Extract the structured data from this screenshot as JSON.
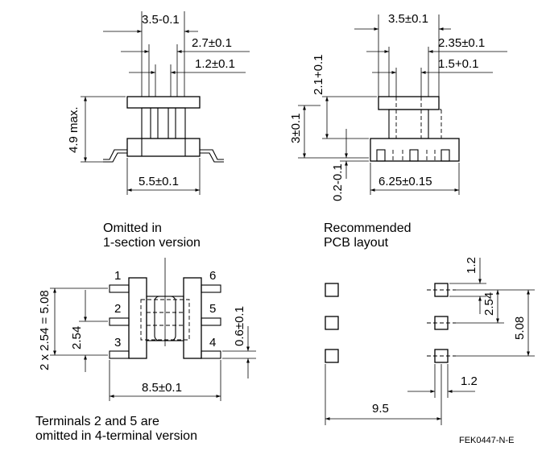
{
  "views": {
    "front": {
      "dim_top_width": "3.5-0.1",
      "dim_top_pitch": "2.7±0.1",
      "dim_top_core": "1.2±0.1",
      "dim_height": "4.9 max.",
      "dim_bottom_width": "5.5±0.1"
    },
    "side": {
      "dim_top_width": "3.5±0.1",
      "dim_top_pitch": "2.35±0.1",
      "dim_top_core": "1.5+0.1",
      "dim_core_height": "2.1+0.1",
      "dim_body_height": "3±0.1",
      "dim_standoff": "0.2-0.1",
      "dim_bottom_width": "6.25±0.15"
    },
    "top": {
      "caption_omitted": "Omitted in",
      "caption_omitted_line2": "1-section version",
      "pin_labels": [
        "1",
        "2",
        "3",
        "6",
        "5",
        "4"
      ],
      "dim_total_pitch": "2 x 2.54 = 5.08",
      "dim_pitch": "2.54",
      "dim_pin_width": "0.6±0.1",
      "dim_width": "8.5±0.1",
      "note_line1": "Terminals 2 and 5 are",
      "note_line2": "omitted in 4-terminal version"
    },
    "pcb": {
      "caption_line1": "Recommended",
      "caption_line2": "PCB layout",
      "dim_pad": "1.2",
      "dim_pitch": "2.54",
      "dim_total": "5.08",
      "dim_pad_width": "1.2",
      "dim_span": "9.5"
    }
  },
  "drawing_code": "FEK0447-N-E"
}
